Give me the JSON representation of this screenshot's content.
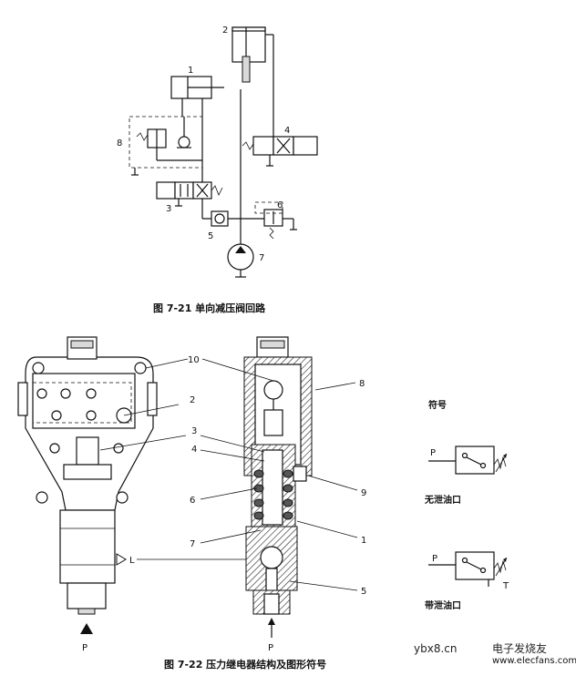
{
  "fig21": {
    "caption": "图 7-21   单向减压阀回路",
    "labels": [
      "1",
      "2",
      "3",
      "4",
      "5",
      "6",
      "7",
      "8"
    ]
  },
  "fig22": {
    "caption": "图 7-22   压力继电器结构及图形符号",
    "labels": [
      "10",
      "2",
      "3",
      "4",
      "6",
      "7",
      "8",
      "9",
      "1",
      "5"
    ],
    "port_L": "L",
    "port_P_left": "P",
    "port_P_right": "P"
  },
  "symbols": {
    "title": "符号",
    "no_drain": "无泄油口",
    "with_drain": "带泄油口",
    "port_P1": "P",
    "port_P2": "P",
    "port_T": "T"
  },
  "watermark": {
    "site": "ybx8.cn",
    "brand": "电子发烧友",
    "url": "www.elecfans.com"
  },
  "colors": {
    "line": "#111111",
    "background": "#ffffff"
  }
}
